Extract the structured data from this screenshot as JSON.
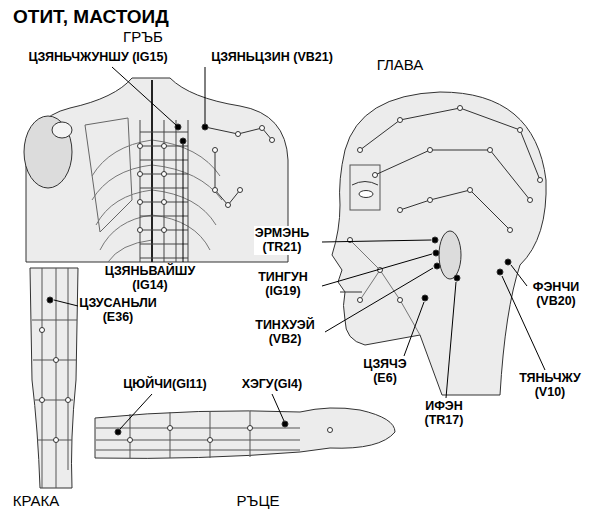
{
  "diagram": {
    "title": "ОТИТ, МАСТОИД",
    "labels": [
      "ГРЪБ",
      "ГЛАВА",
      "ЦЗЯНЬЧЖУНШУ (IG15)",
      "ЦЗЯНЬЦЗИН (VB21)",
      "ЭРМЭНЬ (TR21)",
      "ТИНГУН (IG19)",
      "ЦЗЯНЬВАЙШУ (IG14)",
      "ФЭНЧИ (VB20)",
      "ЦЗУСАНЬЛИ (E36)",
      "ТИНХУЭЙ (VB2)",
      "ЦЗЯЧЭ (E6)",
      "ТЯНЬЧЖУ (V10)",
      "ЦЮЙЧИ(GI11)",
      "ХЭГУ(GI4)",
      "ИФЭН (TR17)",
      "КРАКА",
      "РЪЦЕ"
    ]
  }
}
